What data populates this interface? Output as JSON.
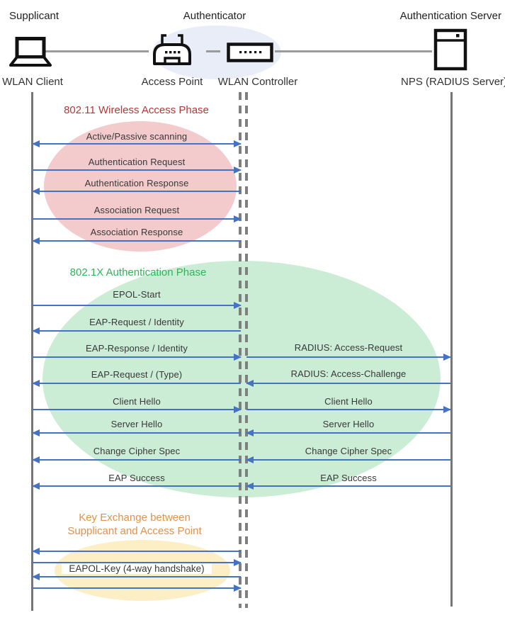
{
  "header": {
    "roles": [
      {
        "label": "Supplicant"
      },
      {
        "label": "Authenticator"
      },
      {
        "label": "Authentication Server"
      }
    ],
    "nodes": [
      {
        "label": "WLAN Client",
        "icon": "laptop-icon"
      },
      {
        "label": "Access Point",
        "icon": "access-point-icon"
      },
      {
        "label": "WLAN Controller",
        "icon": "wlan-controller-icon"
      },
      {
        "label": "NPS (RADIUS Server)",
        "icon": "server-icon"
      }
    ]
  },
  "phases": [
    {
      "title": "802.11 Wireless Access Phase",
      "color": "#B63538",
      "fill": "#F3CBCD"
    },
    {
      "title": "802.1X Authentication Phase",
      "color": "#30B45A",
      "fill": "#CBECD5"
    },
    {
      "title_line1": "Key Exchange between",
      "title_line2": "Supplicant and Access Point",
      "color": "#E2914A",
      "fill": "#FCEFC5"
    }
  ],
  "sequence": {
    "client_controller": [
      {
        "label": "Active/Passive scanning",
        "direction": "both"
      },
      {
        "label": "Authentication Request",
        "direction": "right"
      },
      {
        "label": "Authentication Response",
        "direction": "left"
      },
      {
        "label": "Association Request",
        "direction": "right"
      },
      {
        "label": "Association Response",
        "direction": "left"
      },
      {
        "label": "EPOL-Start",
        "direction": "right"
      },
      {
        "label": "EAP-Request / Identity",
        "direction": "left"
      },
      {
        "label": "EAP-Response / Identity",
        "direction": "right"
      },
      {
        "label": "EAP-Request / (Type)",
        "direction": "left"
      },
      {
        "label": "Client Hello",
        "direction": "right"
      },
      {
        "label": "Server Hello",
        "direction": "left"
      },
      {
        "label": "Change Cipher Spec",
        "direction": "left"
      },
      {
        "label": "EAP Success",
        "direction": "left"
      },
      {
        "label": "",
        "direction": "left"
      },
      {
        "label": "",
        "direction": "right"
      },
      {
        "label": "EAPOL-Key (4-way handshake)",
        "direction": "none"
      },
      {
        "label": "",
        "direction": "left"
      },
      {
        "label": "",
        "direction": "right"
      }
    ],
    "controller_server": [
      {
        "label": "RADIUS: Access-Request",
        "direction": "right"
      },
      {
        "label": "RADIUS: Access-Challenge",
        "direction": "left"
      },
      {
        "label": "Client Hello",
        "direction": "right"
      },
      {
        "label": "Server Hello",
        "direction": "left"
      },
      {
        "label": "Change Cipher Spec",
        "direction": "left"
      },
      {
        "label": "EAP Success",
        "direction": "left"
      }
    ]
  },
  "colors": {
    "arrow": "#4472C4",
    "lifeline": "#767676",
    "dashed_lifeline": "#7F7F7F",
    "header_ellipse": "#E9EDF8"
  }
}
